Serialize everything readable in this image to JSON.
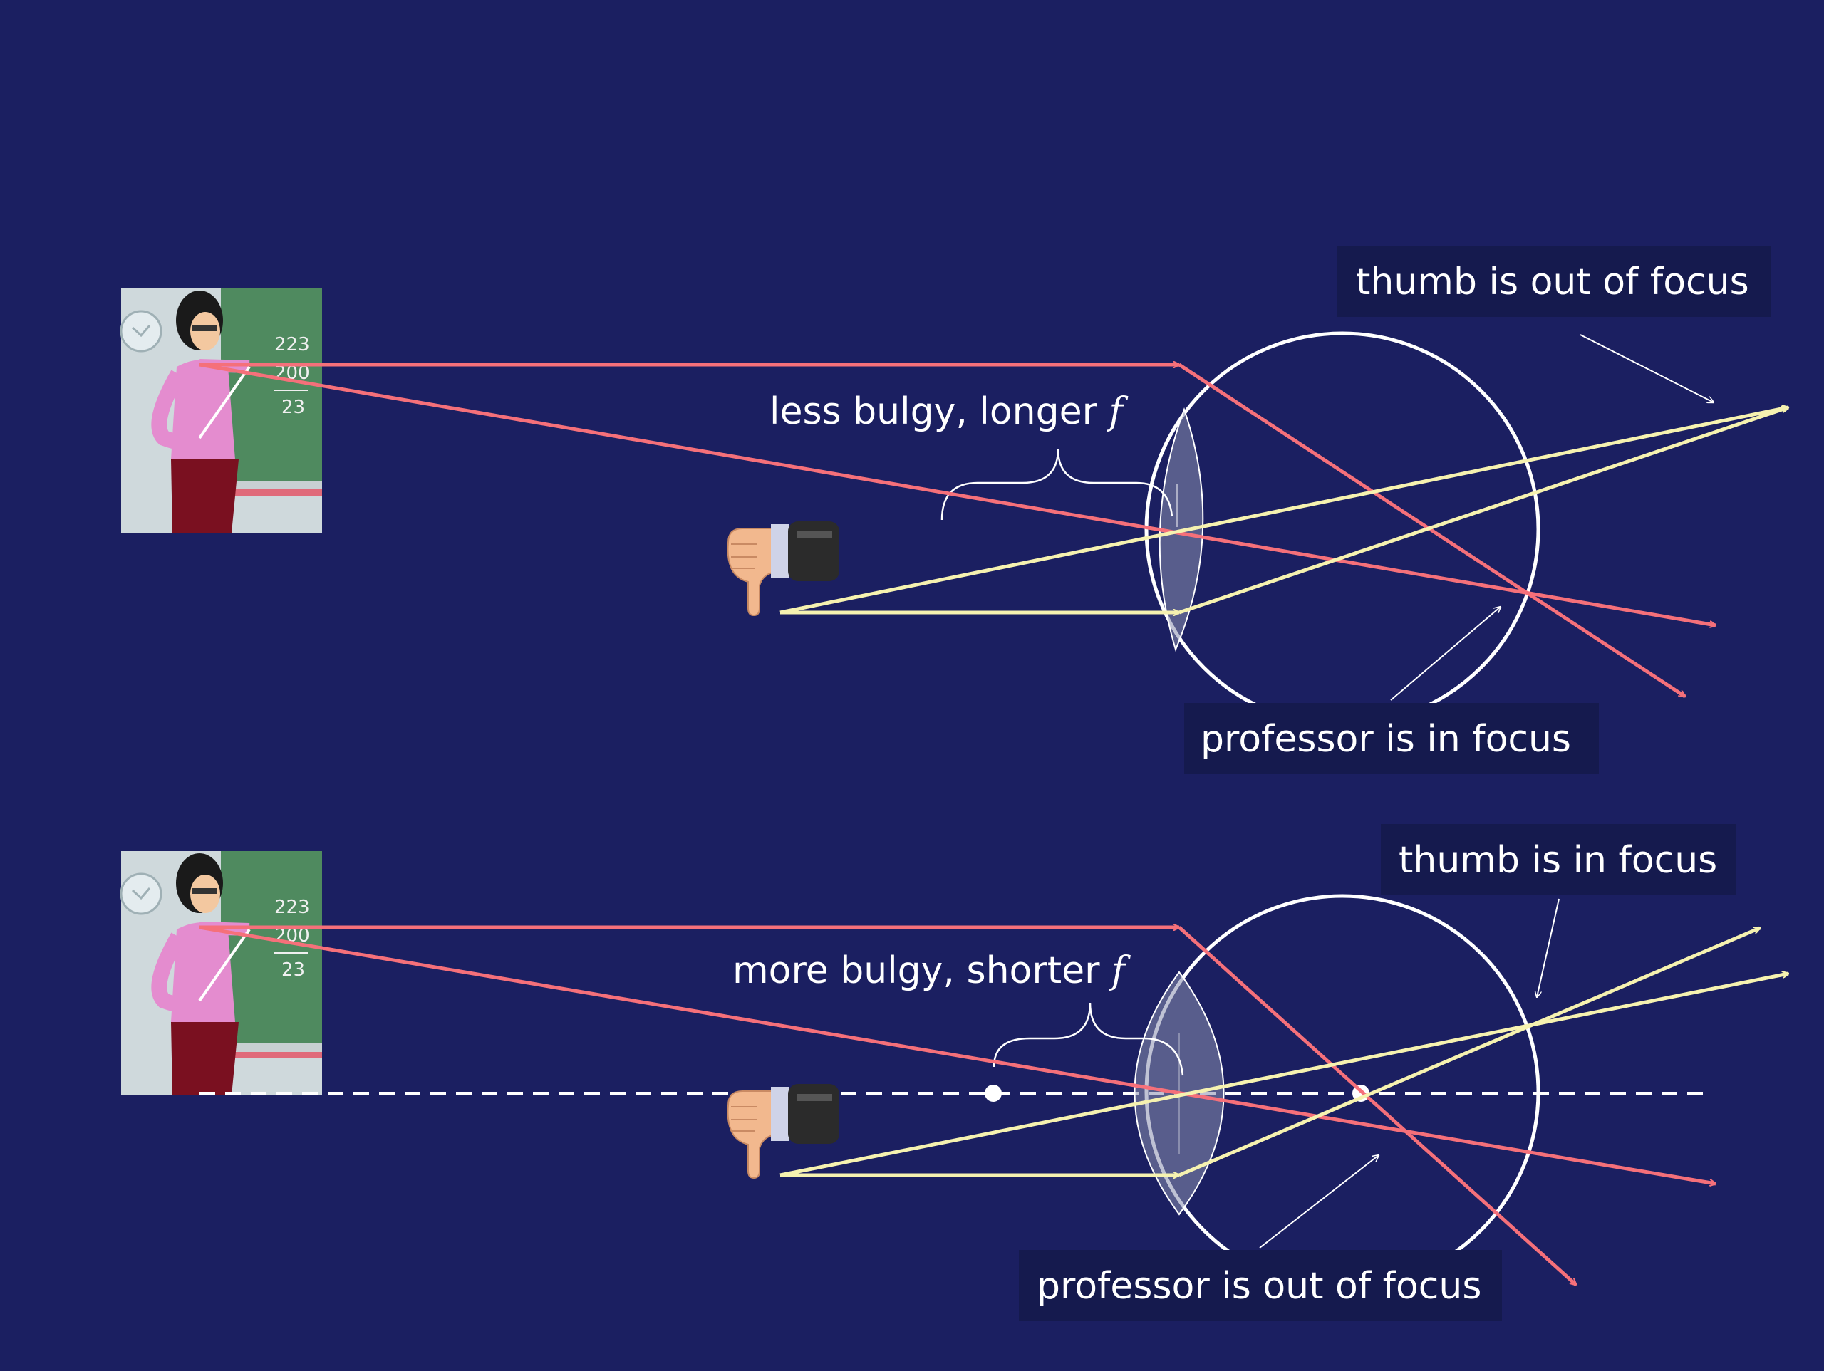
{
  "top": {
    "lens_label": "less bulgy, longer ",
    "lens_f": "f",
    "out_of_focus_label": "thumb is out of focus",
    "in_focus_label": "professor is in focus"
  },
  "bottom": {
    "lens_label": "more bulgy, shorter ",
    "lens_f": "f",
    "in_focus_label": "thumb is in focus",
    "out_of_focus_label": "professor is out of focus"
  },
  "board": {
    "line1": "223",
    "line2": "200",
    "line3": "23"
  },
  "colors": {
    "background": "#1b1f61",
    "professor_ray": "#f5707a",
    "thumb_ray": "#f6f2b0",
    "eye_outline": "#ffffff",
    "lens_fill": "#8a8fb0"
  },
  "icons": {
    "professor": "teacher-at-blackboard-icon",
    "thumb": "thumbs-down-icon"
  }
}
